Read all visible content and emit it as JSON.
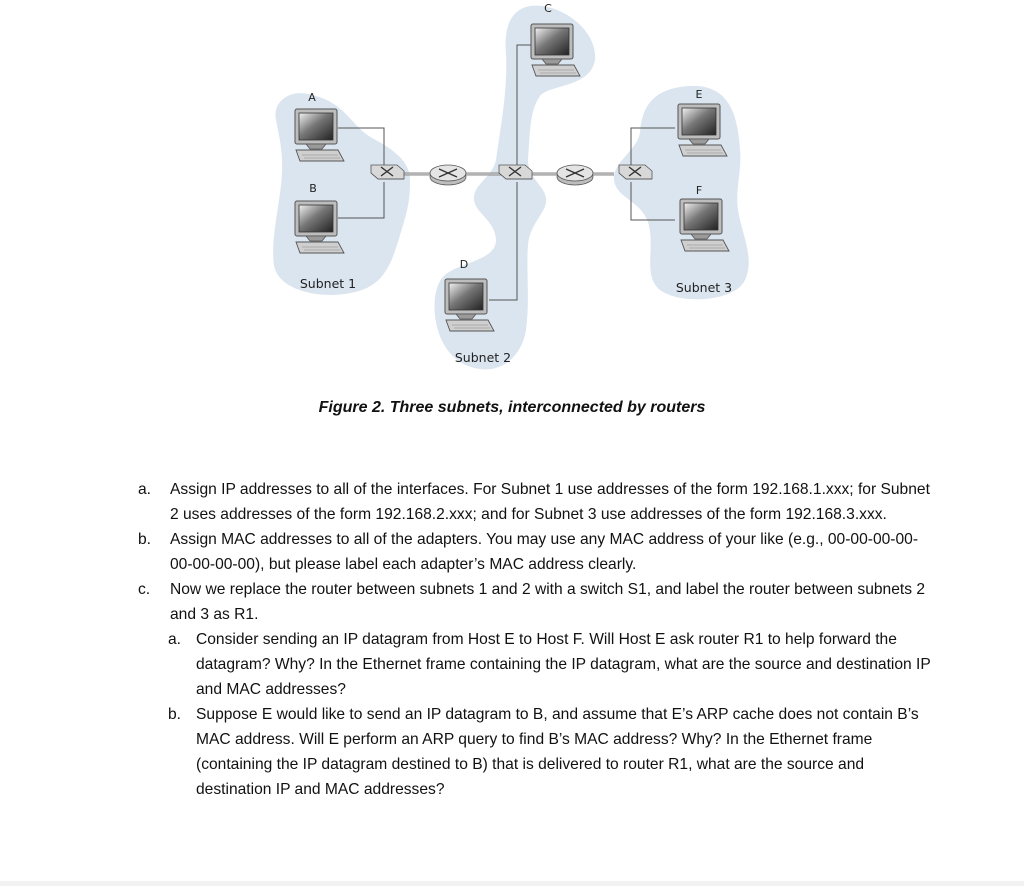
{
  "hosts": [
    {
      "id": "A",
      "label": "A"
    },
    {
      "id": "B",
      "label": "B"
    },
    {
      "id": "C",
      "label": "C"
    },
    {
      "id": "D",
      "label": "D"
    },
    {
      "id": "E",
      "label": "E"
    },
    {
      "id": "F",
      "label": "F"
    }
  ],
  "subnets": [
    {
      "label": "Subnet 1"
    },
    {
      "label": "Subnet 2"
    },
    {
      "label": "Subnet 3"
    }
  ],
  "caption": "Figure 2. Three subnets, interconnected by routers",
  "questions": [
    {
      "marker": "a.",
      "text": "Assign IP addresses to all of the interfaces. For Subnet 1 use addresses of the form 192.168.1.xxx; for Subnet 2 uses addresses of the form 192.168.2.xxx; and for Subnet 3 use addresses of the form 192.168.3.xxx."
    },
    {
      "marker": "b.",
      "text": "Assign MAC addresses to all of the adapters. You may use any MAC address of your like (e.g., 00-00-00-00-00-00-00-00), but please label each adapter’s MAC address clearly."
    },
    {
      "marker": "c.",
      "text": "Now we replace the router between subnets 1 and 2 with a switch S1, and label the router between subnets 2 and 3 as R1.",
      "sub": [
        {
          "marker": "a.",
          "text": "Consider sending an IP datagram from Host E to Host F. Will Host E ask router R1 to help forward the datagram? Why? In the Ethernet frame containing the IP datagram, what are the source and destination IP and MAC addresses?"
        },
        {
          "marker": "b.",
          "text": "Suppose E would like to send an IP datagram to B, and assume that E’s ARP cache does not contain B’s MAC address. Will E perform an ARP query to find B’s MAC address? Why? In the Ethernet frame (containing the IP datagram destined to B) that is delivered to router R1, what are the source and destination IP and MAC addresses?"
        }
      ]
    }
  ],
  "colors": {
    "subnet_fill": "#dbe5ef",
    "device": "#cfcfcf",
    "screen": "#444444"
  }
}
